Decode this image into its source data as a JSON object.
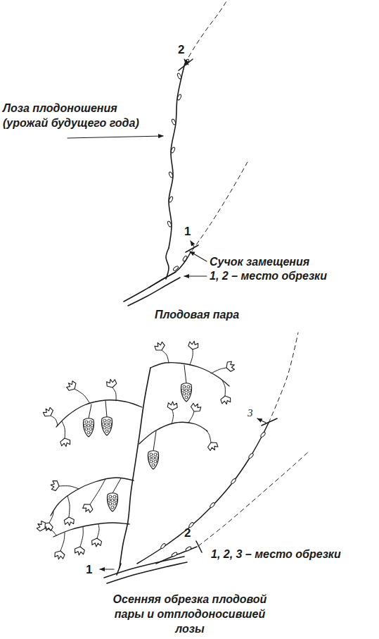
{
  "diagram": {
    "labels": [
      "2",
      "Лоза плодоношения (урожай будущего года)",
      "1",
      "Сучок замещения",
      "1, 2 – место обрезки",
      "Плодовая пара",
      "3",
      "2",
      "1, 2, 3 – место обрезки",
      "1",
      "Осенняя обрезка плодовой пары и отплодоносившей лозы"
    ]
  }
}
